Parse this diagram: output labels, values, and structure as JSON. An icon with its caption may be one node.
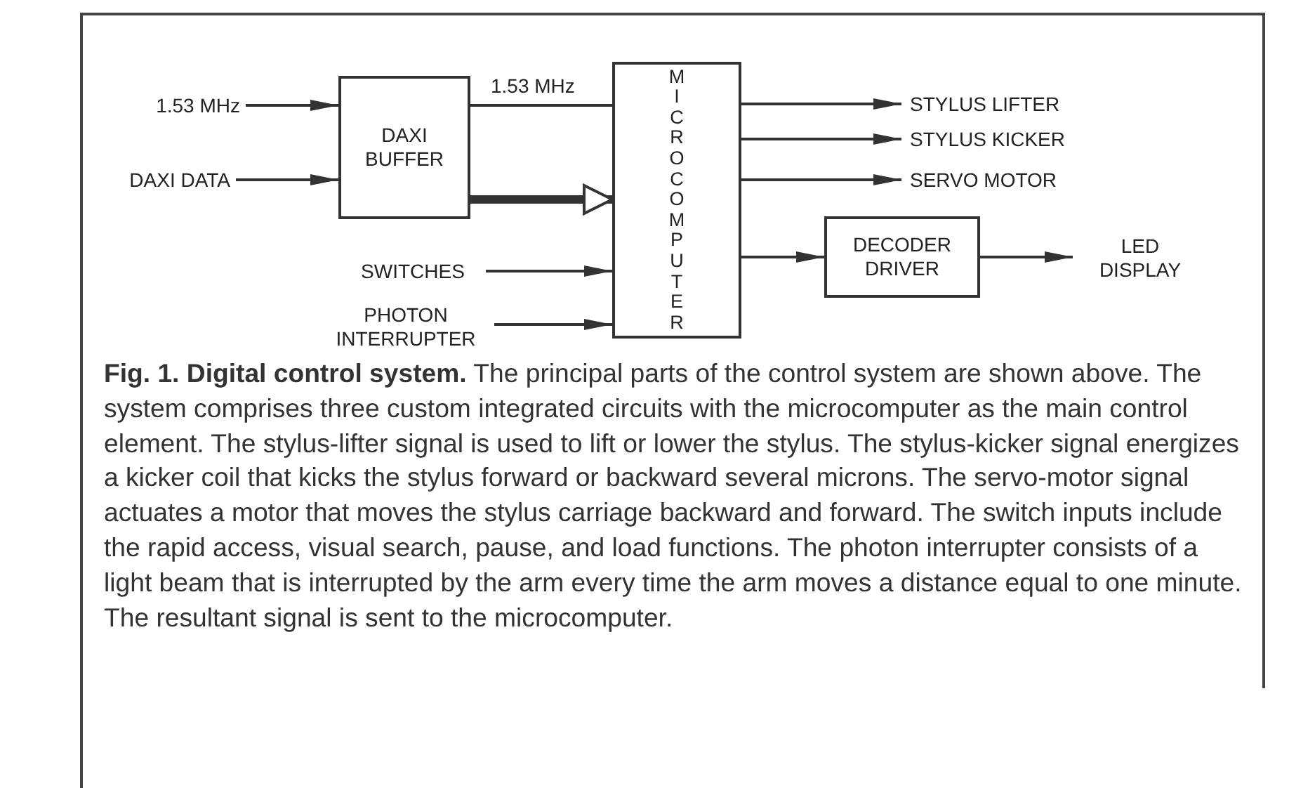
{
  "diagram": {
    "caption": "**Fig. 1. Digital control system.** The principal parts of the control system are shown above. The system comprises three custom integrated circuits with the microcomputer as the main control element. The stylus-lifter signal is used to lift or lower the stylus. The stylus-kicker signal energizes a kicker coil that kicks the stylus forward or backward several microns. The servo-motor signal actuates a motor that moves the stylus carriage backward and forward. The switch inputs include the rapid access, visual search, pause, and load functions. The photon interrupter consists of a light beam that is interrupted by the arm every time the arm moves a distance equal to one minute. The resultant signal is sent to the microcomputer.",
    "nodes": [
      {
        "text": [
          "1.53 MHz"
        ]
      },
      {
        "text": [
          "DAXI DATA"
        ]
      },
      {
        "text": [
          "DAXI BUFFER"
        ]
      },
      {
        "text": [
          "MICROCOMPUTER"
        ]
      },
      {
        "text": [
          "SWITCHES"
        ]
      },
      {
        "text": [
          "PHOTON INTERRUPTER"
        ]
      },
      {
        "text": [
          "STYLUS LIFTER"
        ]
      },
      {
        "text": [
          "STYLUS KICKER"
        ]
      },
      {
        "text": [
          "SERVO MOTOR"
        ]
      },
      {
        "text": [
          "DECODER DRIVER"
        ]
      },
      {
        "text": [
          "LED DISPLAY"
        ]
      }
    ],
    "edges": [
      {
        "from": 0,
        "to": 2,
        "arrow": "to"
      },
      {
        "from": 1,
        "to": 2,
        "arrow": "to"
      },
      {
        "from": 2,
        "to": 3,
        "arrow": "none",
        "label": "1.53 MHz"
      },
      {
        "from": 2,
        "to": 3,
        "arrow": "to",
        "style": "thick"
      },
      {
        "from": 4,
        "to": 3,
        "arrow": "to"
      },
      {
        "from": 5,
        "to": 3,
        "arrow": "to"
      },
      {
        "from": 3,
        "to": 6,
        "arrow": "to"
      },
      {
        "from": 3,
        "to": 7,
        "arrow": "to"
      },
      {
        "from": 3,
        "to": 8,
        "arrow": "to"
      },
      {
        "from": 3,
        "to": 9,
        "arrow": "to"
      },
      {
        "from": 9,
        "to": 10,
        "arrow": "to"
      }
    ]
  }
}
